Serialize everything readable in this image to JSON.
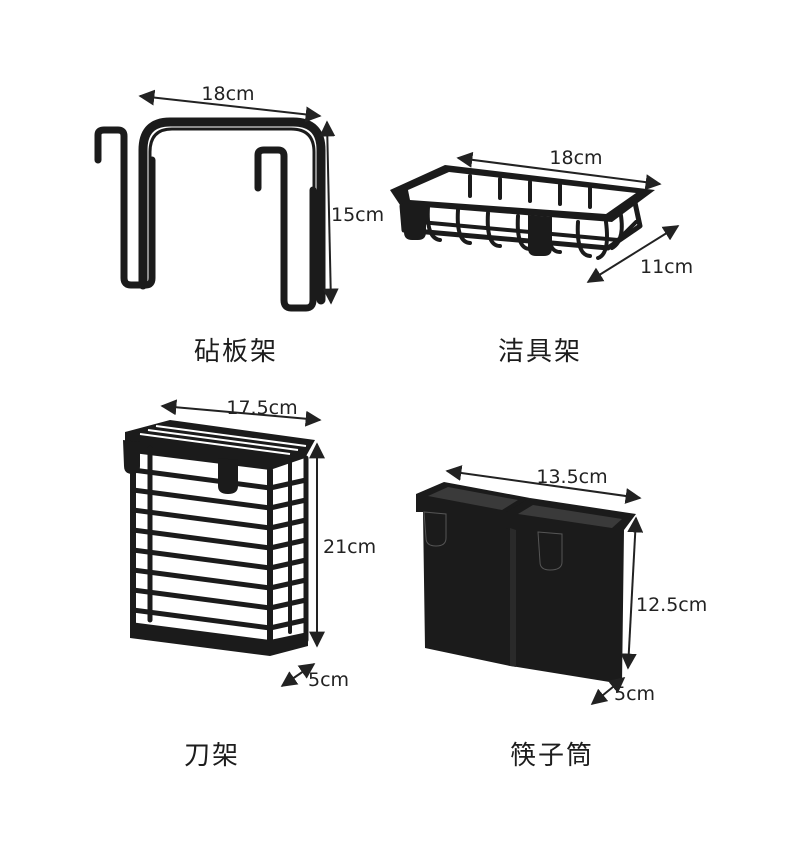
{
  "products": [
    {
      "id": "cutting-board-rack",
      "name": "砧板架",
      "dims": {
        "width": "18cm",
        "height": "15cm"
      }
    },
    {
      "id": "cleaning-rack",
      "name": "洁具架",
      "dims": {
        "width": "18cm",
        "depth": "11cm"
      }
    },
    {
      "id": "knife-rack",
      "name": "刀架",
      "dims": {
        "width": "17.5cm",
        "height": "21cm",
        "depth": "5cm"
      }
    },
    {
      "id": "chopstick-holder",
      "name": "筷子筒",
      "dims": {
        "width": "13.5cm",
        "height": "12.5cm",
        "depth": "5cm"
      }
    }
  ],
  "colors": {
    "product": "#1b1b1b",
    "background": "#ffffff",
    "text": "#222222"
  }
}
